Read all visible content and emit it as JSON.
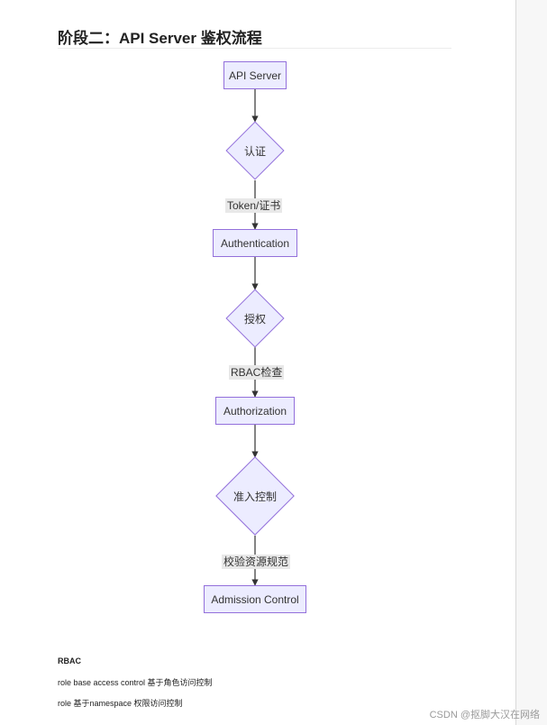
{
  "document": {
    "title": "阶段二：API Server 鉴权流程"
  },
  "flowchart": {
    "nodes": {
      "api_server": "API Server",
      "auth_decision": "认证",
      "authentication": "Authentication",
      "authz_decision": "授权",
      "authorization": "Authorization",
      "admission_decision": "准入控制",
      "admission_control": "Admission Control"
    },
    "edge_labels": {
      "token_cert": "Token/证书",
      "rbac_check": "RBAC检查",
      "validate_resource": "校验资源规范"
    },
    "colors": {
      "node_fill": "#ececff",
      "node_border": "#9370db",
      "edge": "#333333",
      "edge_label_bg": "#e8e8e8"
    }
  },
  "notes": {
    "heading": "RBAC",
    "line1": "role base access control  基于角色访问控制",
    "line2": "role  基于namespace 权限访问控制"
  },
  "watermark": "CSDN @抠脚大汉在网络"
}
